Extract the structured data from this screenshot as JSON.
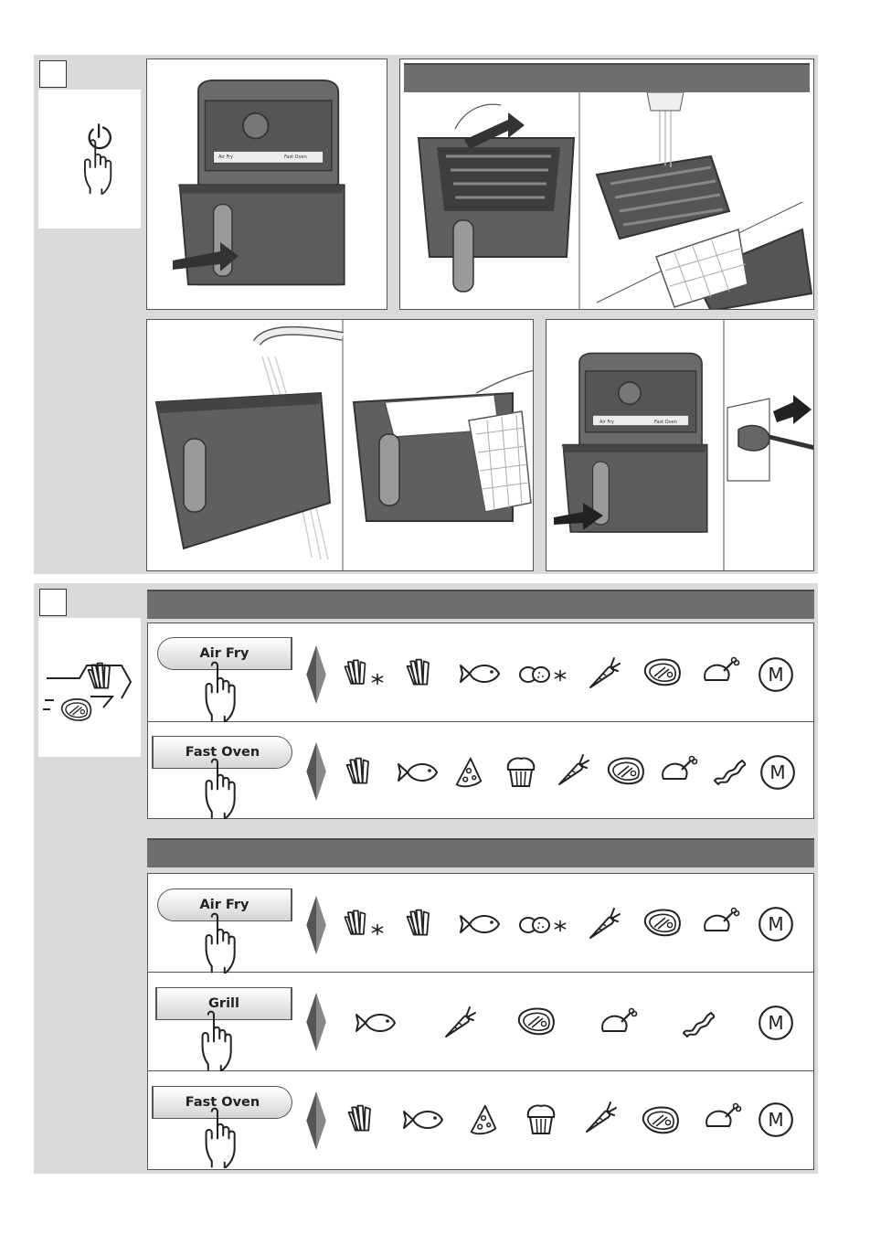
{
  "section_a": {
    "step_marker": ""
  },
  "section_b": {
    "step_marker": ""
  },
  "appliance_labels": {
    "air_fry": "Air Fry",
    "fast_oven": "Fast Oven"
  },
  "mode_rows": [
    {
      "label": "Air Fry",
      "icons": [
        "frozen-fries-icon",
        "fries-icon",
        "fish-icon",
        "frozen-nuggets-icon",
        "carrot-icon",
        "steak-icon",
        "chicken-icon"
      ],
      "manual": "M"
    },
    {
      "label": "Fast Oven",
      "icons": [
        "fries-icon",
        "fish-icon",
        "pizza-icon",
        "muffin-icon",
        "carrot-icon",
        "steak-icon",
        "chicken-icon",
        "bacon-icon"
      ],
      "manual": "M"
    },
    {
      "label": "Air Fry",
      "icons": [
        "frozen-fries-icon",
        "fries-icon",
        "fish-icon",
        "frozen-nuggets-icon",
        "carrot-icon",
        "steak-icon",
        "chicken-icon"
      ],
      "manual": "M"
    },
    {
      "label": "Grill",
      "icons": [
        "fish-icon",
        "carrot-icon",
        "steak-icon",
        "chicken-icon",
        "bacon-icon"
      ],
      "manual": "M"
    },
    {
      "label": "Fast Oven",
      "icons": [
        "fries-icon",
        "fish-icon",
        "pizza-icon",
        "muffin-icon",
        "carrot-icon",
        "steak-icon",
        "chicken-icon"
      ],
      "manual": "M"
    }
  ],
  "colors": {
    "device_body": "#666666",
    "device_dark": "#4a4a4a",
    "panel_border": "#555555",
    "bar_grey": "#6f6f6f",
    "section_bg": "#dadada"
  }
}
